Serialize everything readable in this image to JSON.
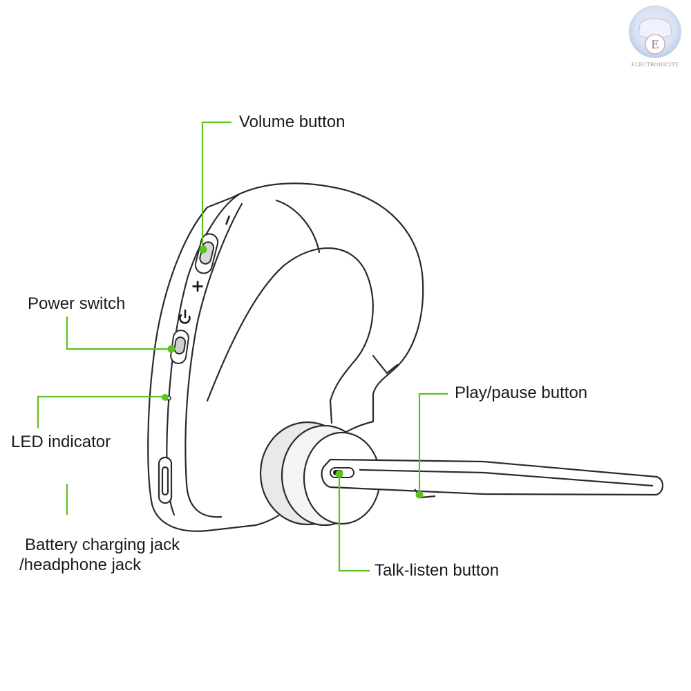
{
  "callouts": {
    "volume": "Volume button",
    "power": "Power switch",
    "led": "LED indicator",
    "battery_line1": "Battery charging jack",
    "battery_line2": "/headphone jack",
    "play_pause": "Play/pause button",
    "talk_listen": "Talk-listen button"
  },
  "button_marks": {
    "minus": "−",
    "plus": "+"
  },
  "logo": {
    "letter": "E",
    "text": "ELECTRONICITY"
  },
  "colors": {
    "leader": "#5cc21f",
    "outline": "#2a2a2a",
    "text": "#1a1a1a"
  },
  "icons": {
    "power_symbol": "power-icon"
  }
}
